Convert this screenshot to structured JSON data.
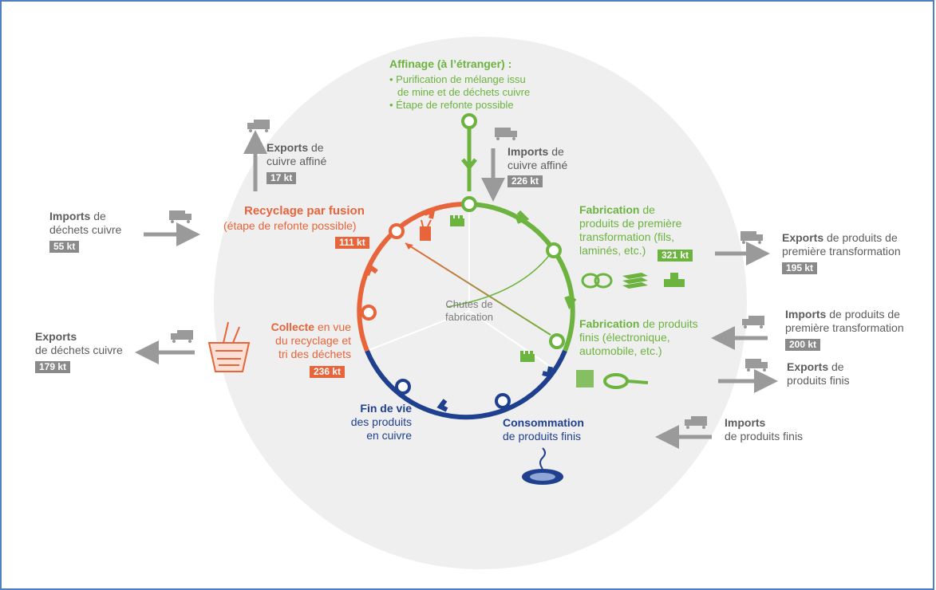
{
  "center_label": [
    "Chutes de",
    "fabrication"
  ],
  "affinage": {
    "title": "Affinage (à l’étranger) :",
    "bullets": [
      "• Purification de mélange issu",
      "de mine et de déchets cuivre",
      "• Étape de refonte possible"
    ]
  },
  "exports_affine": {
    "bold": "Exports",
    "rest": " de",
    "line2": "cuivre affiné",
    "value": "17 kt"
  },
  "imports_affine": {
    "bold": "Imports",
    "rest": " de",
    "line2": "cuivre affiné",
    "value": "226 kt"
  },
  "recyclage": {
    "title": "Recyclage par fusion",
    "sub": "(étape de refonte possible)",
    "value": "111 kt"
  },
  "imports_dechets": {
    "bold": "Imports",
    "rest": " de",
    "line2": "déchets cuivre",
    "value": "55 kt"
  },
  "exports_dechets": {
    "bold": "Exports",
    "line2": "de déchets cuivre",
    "value": "179 kt"
  },
  "collecte": {
    "bold": "Collecte",
    "rest": " en vue",
    "lines": [
      "du recyclage et",
      "tri des déchets"
    ],
    "value": "236 kt"
  },
  "fab1": {
    "bold": "Fabrication",
    "rest": " de",
    "lines": [
      "produits de première",
      "transformation (fils,",
      "laminés, etc.)"
    ],
    "value": "321 kt"
  },
  "exports_prod1": {
    "bold": "Exports",
    "rest": " de produits de",
    "line2": "première transformation",
    "value": "195 kt"
  },
  "imports_prod1": {
    "bold": "Imports",
    "rest": " de produits de",
    "line2": "première transformation",
    "value": "200 kt"
  },
  "fab2": {
    "bold": "Fabrication",
    "rest": " de produits",
    "lines": [
      "finis (électronique,",
      "automobile, etc.)"
    ]
  },
  "exports_finis": {
    "bold": "Exports",
    "rest": " de",
    "line2": "produits finis"
  },
  "imports_finis": {
    "bold": "Imports",
    "line2": "de produits finis"
  },
  "fin_vie": {
    "title": "Fin de vie",
    "lines": [
      "des produits",
      "en cuivre"
    ]
  },
  "consommation": {
    "title": "Consommation",
    "line2": "de produits finis"
  },
  "colors": {
    "green": "#6cb33f",
    "orange": "#e8643a",
    "navy": "#1f3f8f",
    "gray": "#8a8a8a"
  }
}
